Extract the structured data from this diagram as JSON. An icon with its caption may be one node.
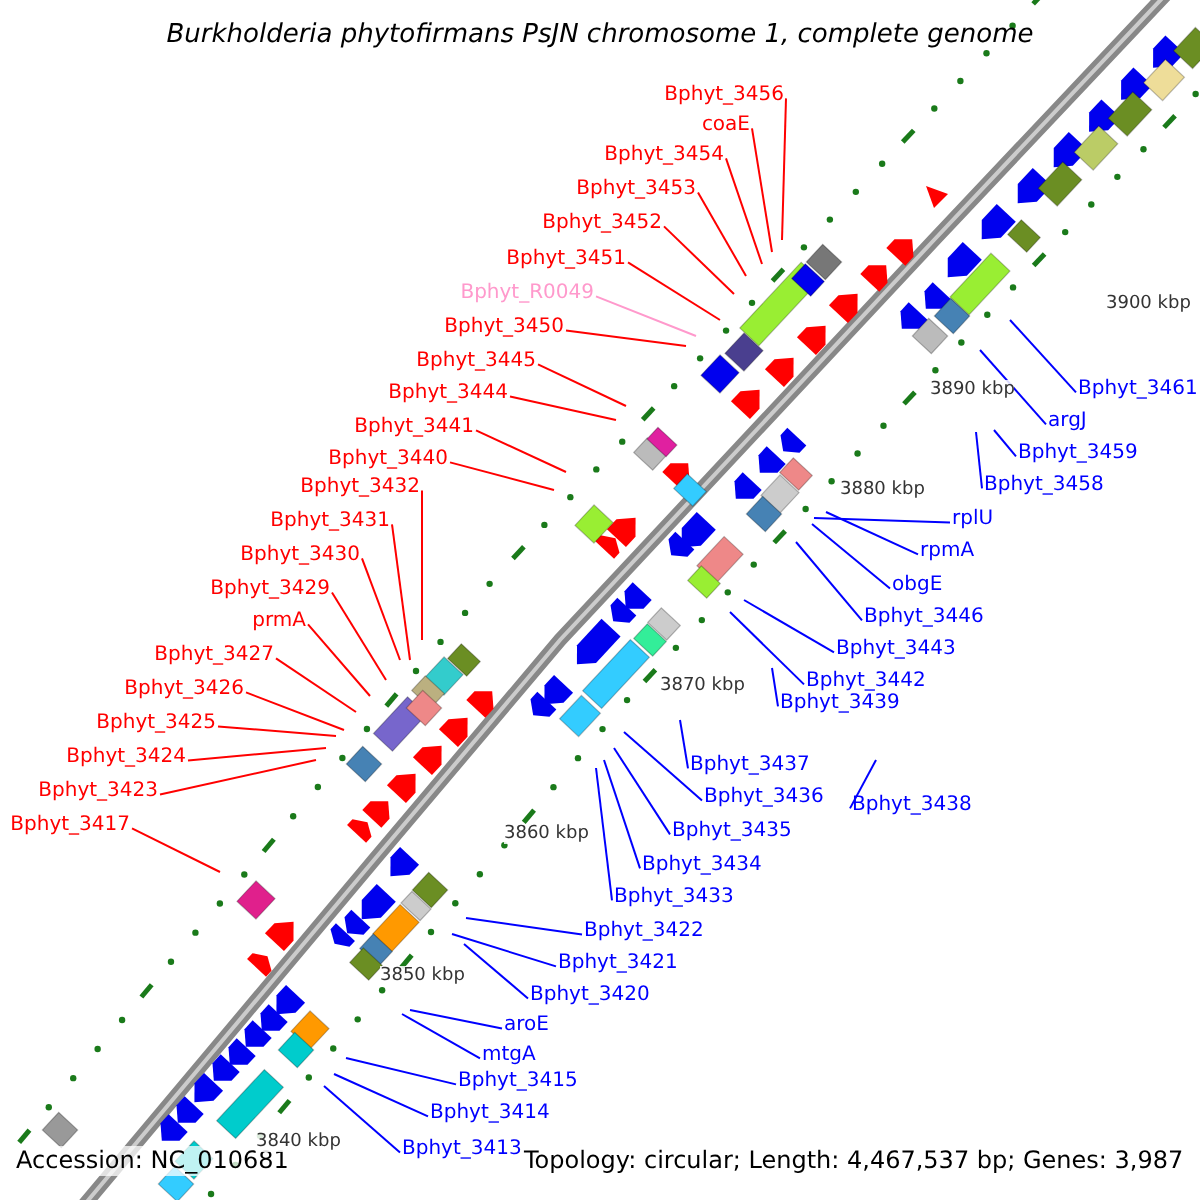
{
  "diagram": {
    "title": "Burkholderia phytofirmans PsJN chromosome 1, complete genome",
    "nodes": [
      {
        "text": [
          "Bphyt_3456"
        ]
      },
      {
        "text": [
          "coaE"
        ]
      },
      {
        "text": [
          "Bphyt_3454"
        ]
      },
      {
        "text": [
          "Bphyt_3453"
        ]
      },
      {
        "text": [
          "Bphyt_3452"
        ]
      },
      {
        "text": [
          "Bphyt_3451"
        ]
      },
      {
        "text": [
          "Bphyt_R0049"
        ]
      },
      {
        "text": [
          "Bphyt_3450"
        ]
      },
      {
        "text": [
          "Bphyt_3445"
        ]
      },
      {
        "text": [
          "Bphyt_3444"
        ]
      },
      {
        "text": [
          "Bphyt_3441"
        ]
      },
      {
        "text": [
          "Bphyt_3440"
        ]
      },
      {
        "text": [
          "Bphyt_3432"
        ]
      },
      {
        "text": [
          "Bphyt_3431"
        ]
      },
      {
        "text": [
          "Bphyt_3430"
        ]
      },
      {
        "text": [
          "Bphyt_3429"
        ]
      },
      {
        "text": [
          "prmA"
        ]
      },
      {
        "text": [
          "Bphyt_3427"
        ]
      },
      {
        "text": [
          "Bphyt_3426"
        ]
      },
      {
        "text": [
          "Bphyt_3425"
        ]
      },
      {
        "text": [
          "Bphyt_3424"
        ]
      },
      {
        "text": [
          "Bphyt_3423"
        ]
      },
      {
        "text": [
          "Bphyt_3417"
        ]
      },
      {
        "text": [
          "Bphyt_3461"
        ]
      },
      {
        "text": [
          "argJ"
        ]
      },
      {
        "text": [
          "Bphyt_3459"
        ]
      },
      {
        "text": [
          "Bphyt_3458"
        ]
      },
      {
        "text": [
          "rplU"
        ]
      },
      {
        "text": [
          "rpmA"
        ]
      },
      {
        "text": [
          "obgE"
        ]
      },
      {
        "text": [
          "Bphyt_3446"
        ]
      },
      {
        "text": [
          "Bphyt_3443"
        ]
      },
      {
        "text": [
          "Bphyt_3442"
        ]
      },
      {
        "text": [
          "Bphyt_3439"
        ]
      },
      {
        "text": [
          "Bphyt_3437"
        ]
      },
      {
        "text": [
          "Bphyt_3438"
        ]
      },
      {
        "text": [
          "Bphyt_3436"
        ]
      },
      {
        "text": [
          "Bphyt_3435"
        ]
      },
      {
        "text": [
          "Bphyt_3434"
        ]
      },
      {
        "text": [
          "Bphyt_3433"
        ]
      },
      {
        "text": [
          "Bphyt_3422"
        ]
      },
      {
        "text": [
          "Bphyt_3421"
        ]
      },
      {
        "text": [
          "Bphyt_3420"
        ]
      },
      {
        "text": [
          "aroE"
        ]
      },
      {
        "text": [
          "mtgA"
        ]
      },
      {
        "text": [
          "Bphyt_3415"
        ]
      },
      {
        "text": [
          "Bphyt_3414"
        ]
      },
      {
        "text": [
          "Bphyt_3413"
        ]
      }
    ],
    "edges": [
      {
        "from": 0,
        "to": null,
        "arrow": "none",
        "color": "#ff0000"
      },
      {
        "from": 1,
        "to": null,
        "arrow": "none",
        "color": "#ff0000"
      },
      {
        "from": 2,
        "to": null,
        "arrow": "none",
        "color": "#ff0000"
      },
      {
        "from": 3,
        "to": null,
        "arrow": "none",
        "color": "#ff0000"
      },
      {
        "from": 4,
        "to": null,
        "arrow": "none",
        "color": "#ff0000"
      },
      {
        "from": 5,
        "to": null,
        "arrow": "none",
        "color": "#ff0000"
      },
      {
        "from": 6,
        "to": null,
        "arrow": "none",
        "color": "#ff99cc"
      },
      {
        "from": 7,
        "to": null,
        "arrow": "none",
        "color": "#ff0000"
      },
      {
        "from": 8,
        "to": null,
        "arrow": "none",
        "color": "#ff0000"
      },
      {
        "from": 9,
        "to": null,
        "arrow": "none",
        "color": "#ff0000"
      },
      {
        "from": 10,
        "to": null,
        "arrow": "none",
        "color": "#ff0000"
      },
      {
        "from": 11,
        "to": null,
        "arrow": "none",
        "color": "#ff0000"
      },
      {
        "from": 12,
        "to": null,
        "arrow": "none",
        "color": "#ff0000"
      },
      {
        "from": 13,
        "to": null,
        "arrow": "none",
        "color": "#ff0000"
      },
      {
        "from": 14,
        "to": null,
        "arrow": "none",
        "color": "#ff0000"
      },
      {
        "from": 15,
        "to": null,
        "arrow": "none",
        "color": "#ff0000"
      },
      {
        "from": 16,
        "to": null,
        "arrow": "none",
        "color": "#ff0000"
      },
      {
        "from": 17,
        "to": null,
        "arrow": "none",
        "color": "#ff0000"
      },
      {
        "from": 18,
        "to": null,
        "arrow": "none",
        "color": "#ff0000"
      },
      {
        "from": 19,
        "to": null,
        "arrow": "none",
        "color": "#ff0000"
      },
      {
        "from": 20,
        "to": null,
        "arrow": "none",
        "color": "#ff0000"
      },
      {
        "from": 21,
        "to": null,
        "arrow": "none",
        "color": "#ff0000"
      },
      {
        "from": 22,
        "to": null,
        "arrow": "none",
        "color": "#ff0000"
      },
      {
        "from": 23,
        "to": null,
        "arrow": "none"
      },
      {
        "from": 24,
        "to": null,
        "arrow": "none"
      },
      {
        "from": 25,
        "to": null,
        "arrow": "none"
      },
      {
        "from": 26,
        "to": null,
        "arrow": "none"
      },
      {
        "from": 27,
        "to": null,
        "arrow": "none"
      },
      {
        "from": 28,
        "to": null,
        "arrow": "none"
      },
      {
        "from": 29,
        "to": null,
        "arrow": "none"
      },
      {
        "from": 30,
        "to": null,
        "arrow": "none"
      },
      {
        "from": 31,
        "to": null,
        "arrow": "none"
      },
      {
        "from": 32,
        "to": null,
        "arrow": "none"
      },
      {
        "from": 33,
        "to": null,
        "arrow": "none"
      },
      {
        "from": 34,
        "to": null,
        "arrow": "none"
      },
      {
        "from": 35,
        "to": null,
        "arrow": "none"
      },
      {
        "from": 36,
        "to": null,
        "arrow": "none"
      },
      {
        "from": 37,
        "to": null,
        "arrow": "none"
      },
      {
        "from": 38,
        "to": null,
        "arrow": "none"
      },
      {
        "from": 39,
        "to": null,
        "arrow": "none"
      },
      {
        "from": 40,
        "to": null,
        "arrow": "none"
      },
      {
        "from": 41,
        "to": null,
        "arrow": "none"
      },
      {
        "from": 42,
        "to": null,
        "arrow": "none"
      },
      {
        "from": 43,
        "to": null,
        "arrow": "none"
      },
      {
        "from": 44,
        "to": null,
        "arrow": "none"
      },
      {
        "from": 45,
        "to": null,
        "arrow": "none"
      },
      {
        "from": 46,
        "to": null,
        "arrow": "none"
      },
      {
        "from": 47,
        "to": null,
        "arrow": "none"
      }
    ],
    "labels": [
      "3900 kbp",
      "3890 kbp",
      "3880 kbp",
      "3870 kbp",
      "3860 kbp",
      "3850 kbp",
      "3840 kbp",
      "Accession: NC_010681",
      "Topology: circular; Length: 4,467,537 bp; Genes: 3,987"
    ]
  }
}
